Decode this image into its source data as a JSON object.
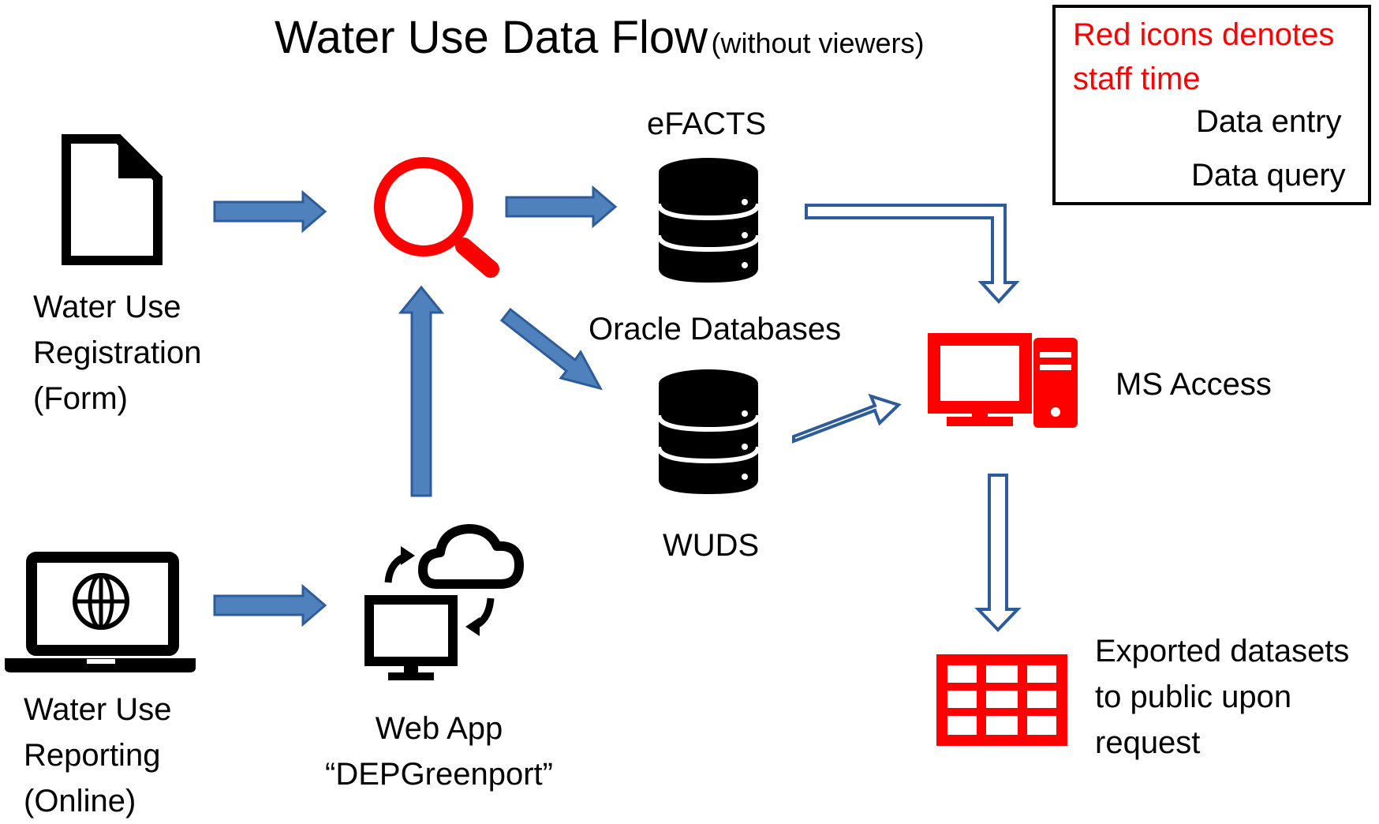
{
  "title": {
    "main": "Water Use Data Flow",
    "sub": "(without viewers)"
  },
  "legend": {
    "note": "Red icons denotes\nstaff time",
    "data_entry": "Data entry",
    "data_query": "Data query"
  },
  "nodes": {
    "registration": "Water Use\nRegistration\n(Form)",
    "reporting": "Water Use\nReporting\n(Online)",
    "web_app": "Web App\n“DEPGreenport”",
    "efacts": "eFACTS",
    "oracle": "Oracle Databases",
    "wuds": "WUDS",
    "ms_access": "MS Access",
    "exported": "Exported datasets\nto public upon\nrequest"
  },
  "colors": {
    "staff_icon": "#ff0000",
    "entry_arrow": "#4f81bd",
    "entry_arrow_stroke": "#2e5c9a",
    "query_arrow_stroke": "#2e5c9a"
  }
}
